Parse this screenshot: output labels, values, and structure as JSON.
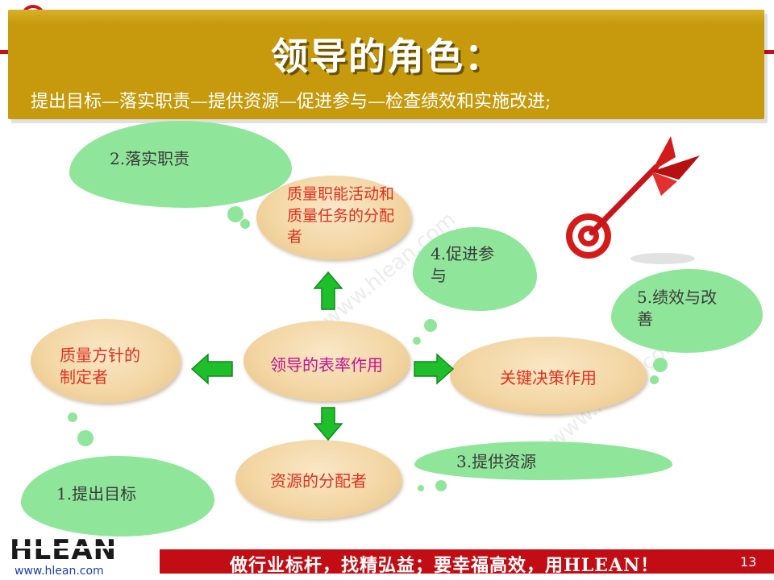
{
  "slide": {
    "title": "领导的角色：",
    "subtitle": "提出目标—落实职责—提供资源—促进参与—检查绩效和实施改进;",
    "page_number": "13"
  },
  "center_node": {
    "label": "领导的表率作用",
    "color": "#c2138f"
  },
  "roles": {
    "top": "质量职能活动和质量任务的分配者",
    "left": "质量方针的制定者",
    "right": "关键决策作用",
    "bottom": "资源的分配者",
    "role_color": "#e0301e"
  },
  "steps": {
    "s1": "1.提出目标",
    "s2": "2.落实职责",
    "s3": "3.提供资源",
    "s4": "4.促进参与",
    "s5": "5.绩效与改善"
  },
  "watermark": "www.hlean.com",
  "footer": {
    "slogan": "做行业标杆，找精弘益；要幸福高效，用HLEAN！",
    "logo": "HLEAN",
    "url": "www.hlean.com"
  },
  "colors": {
    "banner": "#c79a0d",
    "cloud": "#8fe69a",
    "arrow": "#1fbf2c",
    "footer": "#c30d14"
  }
}
